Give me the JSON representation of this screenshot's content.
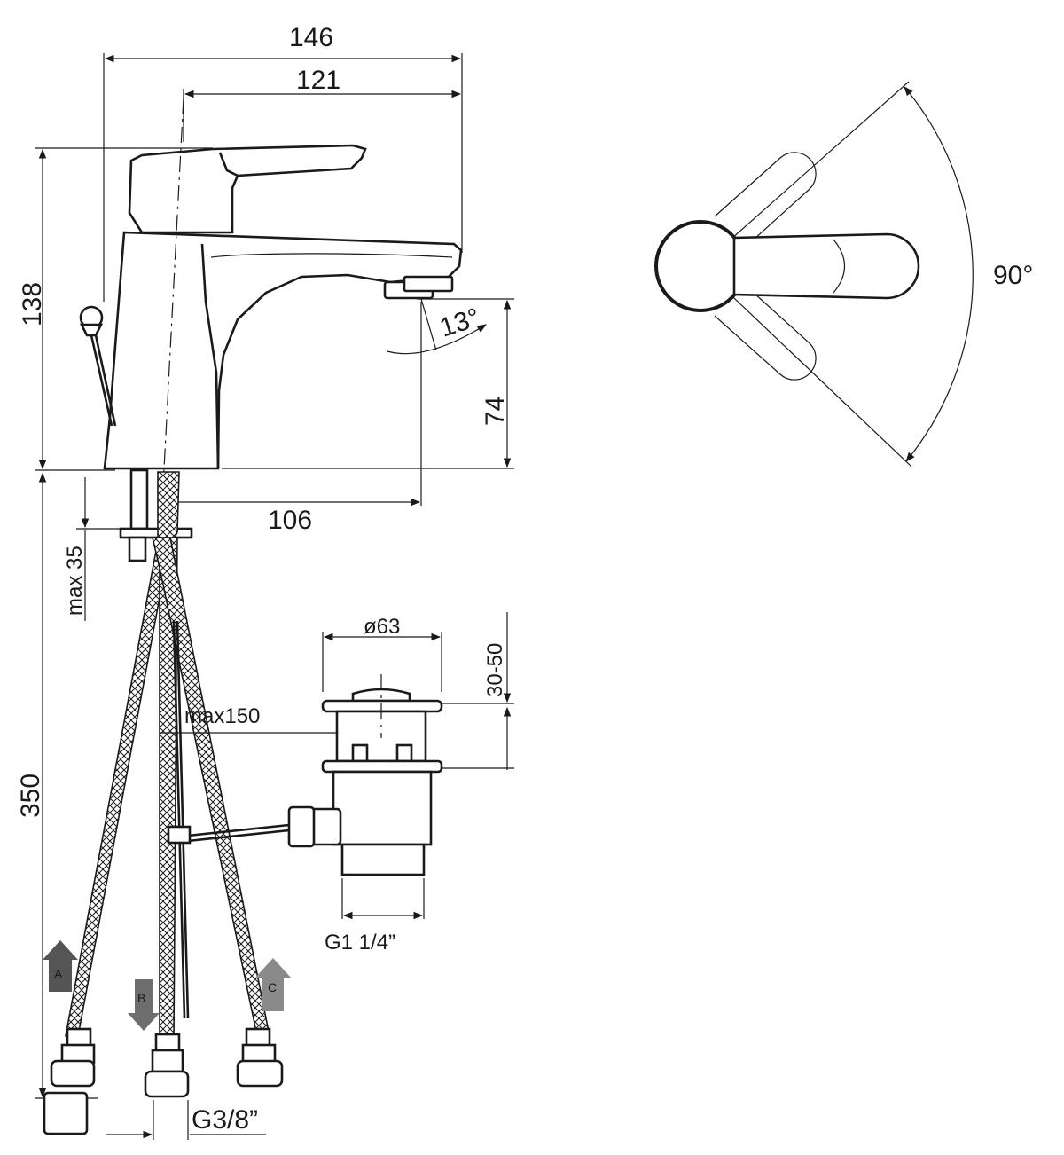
{
  "dimensions": {
    "overall_width": "146",
    "spout_reach": "121",
    "height": "138",
    "outlet_height": "74",
    "base_to_outlet": "106",
    "max_thickness": "max 35",
    "hose_length": "350",
    "lever_angle": "90°",
    "spout_angle": "13°",
    "drain_diameter": "ø63",
    "drain_height": "30-50",
    "pull_rod": "max150",
    "drain_thread": "G1 1/4”",
    "hose_thread": "G3/8”"
  },
  "arrows": {
    "a": "A",
    "b": "B",
    "c": "C"
  },
  "colors": {
    "line": "#1a1a1a",
    "arrow_dark": "#555555",
    "arrow_mid": "#6e6e6e",
    "arrow_light": "#8a8a8a"
  }
}
